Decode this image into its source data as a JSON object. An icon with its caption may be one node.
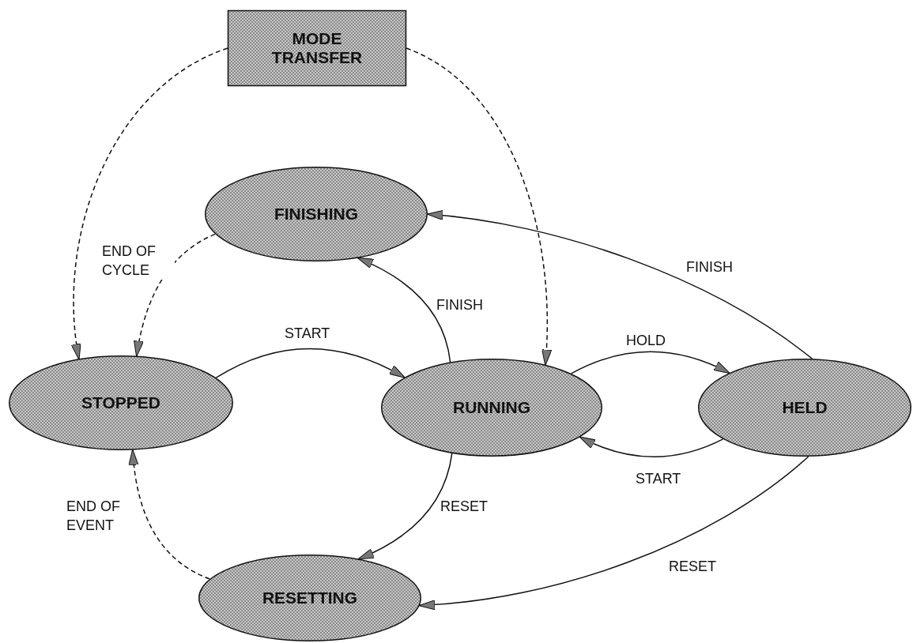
{
  "diagram": {
    "nodes": [
      {
        "text": [
          "MODE TRANSFER"
        ]
      },
      {
        "text": [
          "FINISHING"
        ]
      },
      {
        "text": [
          "STOPPED"
        ]
      },
      {
        "text": [
          "RUNNING"
        ]
      },
      {
        "text": [
          "HELD"
        ]
      },
      {
        "text": [
          "RESETTING"
        ]
      }
    ],
    "edges": [
      {
        "from": 0,
        "to": 2,
        "arrow": "to",
        "style": "dashed"
      },
      {
        "from": 0,
        "to": 3,
        "arrow": "to",
        "style": "dashed"
      },
      {
        "from": 1,
        "to": 2,
        "arrow": "to",
        "style": "dashed",
        "label": "END OF CYCLE"
      },
      {
        "from": 2,
        "to": 3,
        "arrow": "to",
        "label": "START"
      },
      {
        "from": 3,
        "to": 1,
        "arrow": "to",
        "label": "FINISH"
      },
      {
        "from": 4,
        "to": 1,
        "arrow": "to",
        "label": "FINISH"
      },
      {
        "from": 3,
        "to": 4,
        "arrow": "to",
        "label": "HOLD"
      },
      {
        "from": 4,
        "to": 3,
        "arrow": "to",
        "label": "START"
      },
      {
        "from": 3,
        "to": 5,
        "arrow": "to",
        "label": "RESET"
      },
      {
        "from": 4,
        "to": 5,
        "arrow": "to",
        "label": "RESET"
      },
      {
        "from": 5,
        "to": 2,
        "arrow": "to",
        "style": "dashed",
        "label": "END OF EVENT"
      }
    ]
  }
}
